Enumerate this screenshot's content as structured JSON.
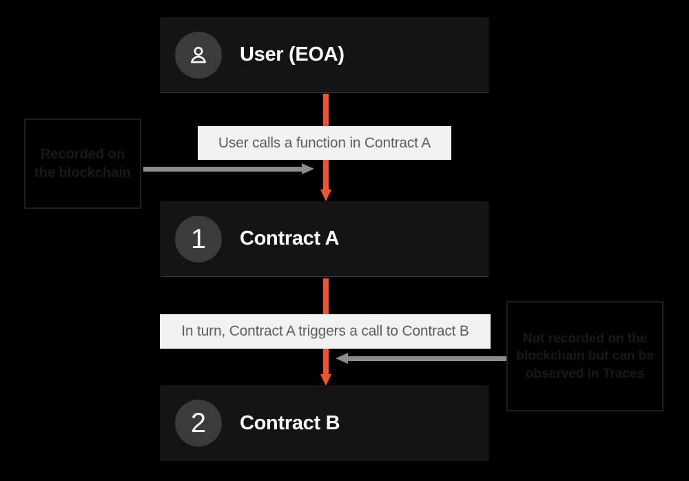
{
  "diagram": {
    "background_color": "#000000",
    "accent_color": "#f9512b",
    "grey_arrow_color": "#8c8c8c",
    "nodes": [
      {
        "id": "user",
        "label": "User (EOA)",
        "icon": "person-icon",
        "badge": "",
        "card_color": "#141414",
        "badge_color": "#3b3b3b"
      },
      {
        "id": "contract-a",
        "label": "Contract A",
        "icon": "",
        "badge": "1",
        "card_color": "#141414",
        "badge_color": "#3b3b3b"
      },
      {
        "id": "contract-b",
        "label": "Contract B",
        "icon": "",
        "badge": "2",
        "card_color": "#141414",
        "badge_color": "#3b3b3b"
      }
    ],
    "step_labels": [
      {
        "id": "step-1",
        "text": "User calls a function in Contract A"
      },
      {
        "id": "step-2",
        "text": "In turn, Contract A triggers a call to Contract B"
      }
    ],
    "annotations": [
      {
        "id": "annotation-left",
        "text": "Recorded on the blockchain",
        "points_to": "step-1"
      },
      {
        "id": "annotation-right",
        "text": "Not recorded on the blockchain but can be observed in Traces",
        "points_to": "step-2"
      }
    ]
  }
}
